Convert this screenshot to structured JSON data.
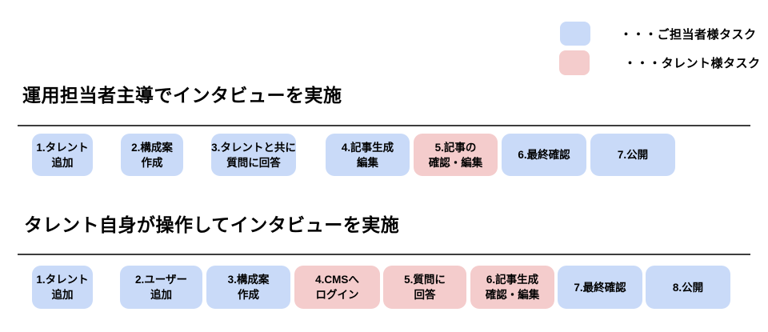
{
  "colors": {
    "manager_task": "#c9daf8",
    "talent_task": "#f4cccc",
    "divider": "#3d3d3d",
    "text": "#000000",
    "background": "#ffffff"
  },
  "legend": {
    "items": [
      {
        "owner": "manager",
        "label": "・・・ご担当者様タスク"
      },
      {
        "owner": "talent",
        "label": "・・・タレント様タスク"
      }
    ]
  },
  "sections": [
    {
      "title": "運用担当者主導でインタビューを実施",
      "steps": [
        {
          "label": "1.タレント\n追加",
          "owner": "manager"
        },
        {
          "label": "2.構成案\n作成",
          "owner": "manager"
        },
        {
          "label": "3.タレントと共に\n質問に回答",
          "owner": "manager"
        },
        {
          "label": "4.記事生成\n編集",
          "owner": "manager"
        },
        {
          "label": "5.記事の\n確認・編集",
          "owner": "talent"
        },
        {
          "label": "6.最終確認",
          "owner": "manager"
        },
        {
          "label": "7.公開",
          "owner": "manager"
        }
      ]
    },
    {
      "title": "タレント自身が操作してインタビューを実施",
      "steps": [
        {
          "label": "1.タレント\n追加",
          "owner": "manager"
        },
        {
          "label": "2.ユーザー\n追加",
          "owner": "manager"
        },
        {
          "label": "3.構成案\n作成",
          "owner": "manager"
        },
        {
          "label": "4.CMSへ\nログイン",
          "owner": "talent"
        },
        {
          "label": "5.質問に\n回答",
          "owner": "talent"
        },
        {
          "label": "6.記事生成\n確認・編集",
          "owner": "talent"
        },
        {
          "label": "7.最終確認",
          "owner": "manager"
        },
        {
          "label": "8.公開",
          "owner": "manager"
        }
      ]
    }
  ]
}
